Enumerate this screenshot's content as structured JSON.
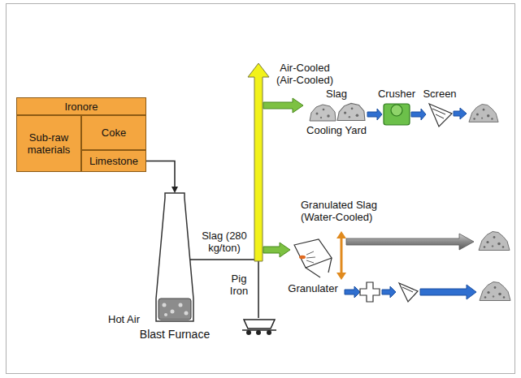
{
  "diagram": {
    "nodes": [
      {
        "text": [
          "Ironore"
        ]
      },
      {
        "text": [
          "Sub-raw materials"
        ]
      },
      {
        "text": [
          "Coke"
        ]
      },
      {
        "text": [
          "Limestone"
        ]
      },
      {
        "text": [
          "Blast Furnace"
        ]
      },
      {
        "text": [
          "Slag",
          "Cooling Yard"
        ]
      },
      {
        "text": [
          "Crusher"
        ]
      },
      {
        "text": [
          "Screen"
        ]
      },
      {
        "text": [
          "Granulater"
        ]
      }
    ],
    "edges": [
      {
        "from": 3,
        "to": 4,
        "arrow": "to"
      },
      {
        "from": 5,
        "to": 6,
        "arrow": "to"
      },
      {
        "from": 6,
        "to": 7,
        "arrow": "to"
      }
    ],
    "labels": [
      "Slag (280 kg/ton)",
      "Air-Cooled (Air-Cooled)",
      "Granulated Slag (Water-Cooled)",
      "Pig Iron",
      "Hot Air"
    ]
  }
}
